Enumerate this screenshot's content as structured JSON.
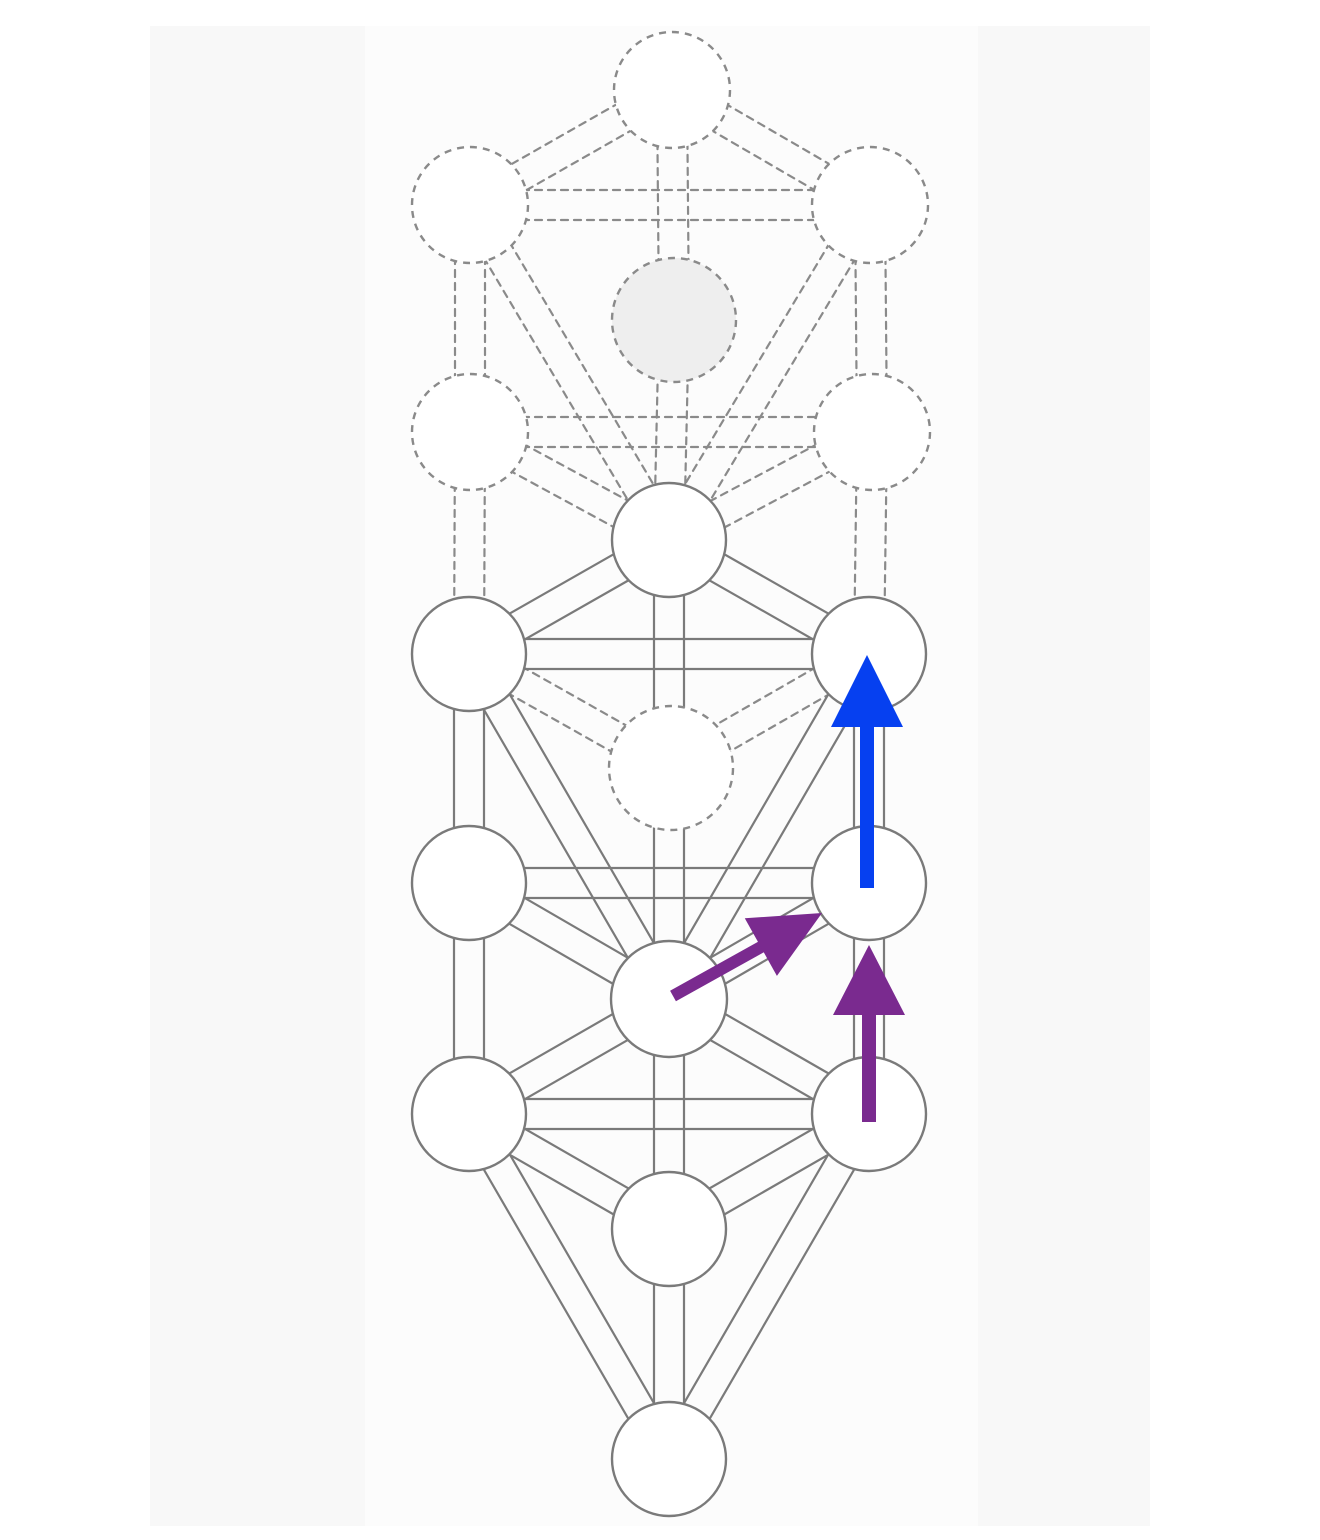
{
  "colors": {
    "background": "#ffffff",
    "panel": "#fcfcfc",
    "strip": "#f8f8f8",
    "solid_stroke": "#7a7a7a",
    "dashed_stroke": "#8a8a8a",
    "node_fill": "#ffffff",
    "shaded_node_fill": "#eeeeee",
    "arrow_blue": "#0640f0",
    "arrow_purple": "#7a2a8f"
  },
  "diagram": {
    "nodes": [
      {
        "id": "upper-top",
        "style": "dashed",
        "fill": "plain"
      },
      {
        "id": "upper-left-1",
        "style": "dashed",
        "fill": "plain"
      },
      {
        "id": "upper-right-1",
        "style": "dashed",
        "fill": "plain"
      },
      {
        "id": "upper-hidden",
        "style": "dashed",
        "fill": "shaded"
      },
      {
        "id": "upper-left-2",
        "style": "dashed",
        "fill": "plain"
      },
      {
        "id": "upper-right-2",
        "style": "dashed",
        "fill": "plain"
      },
      {
        "id": "crown",
        "style": "solid",
        "fill": "plain"
      },
      {
        "id": "left-1",
        "style": "solid",
        "fill": "plain"
      },
      {
        "id": "right-1",
        "style": "solid",
        "fill": "plain"
      },
      {
        "id": "hidden",
        "style": "dashed",
        "fill": "plain"
      },
      {
        "id": "left-2",
        "style": "solid",
        "fill": "plain"
      },
      {
        "id": "right-2",
        "style": "solid",
        "fill": "plain"
      },
      {
        "id": "center",
        "style": "solid",
        "fill": "plain"
      },
      {
        "id": "left-3",
        "style": "solid",
        "fill": "plain"
      },
      {
        "id": "right-3",
        "style": "solid",
        "fill": "plain"
      },
      {
        "id": "foundation",
        "style": "solid",
        "fill": "plain"
      },
      {
        "id": "base",
        "style": "solid",
        "fill": "plain"
      }
    ],
    "arrows": [
      {
        "id": "blue-arrow",
        "color": "blue",
        "from": "right-2",
        "to": "right-1"
      },
      {
        "id": "purple-arrow-diagonal",
        "color": "purple",
        "from": "center",
        "to": "right-2"
      },
      {
        "id": "purple-arrow-vertical",
        "color": "purple",
        "from": "right-3",
        "to": "right-2"
      }
    ]
  }
}
